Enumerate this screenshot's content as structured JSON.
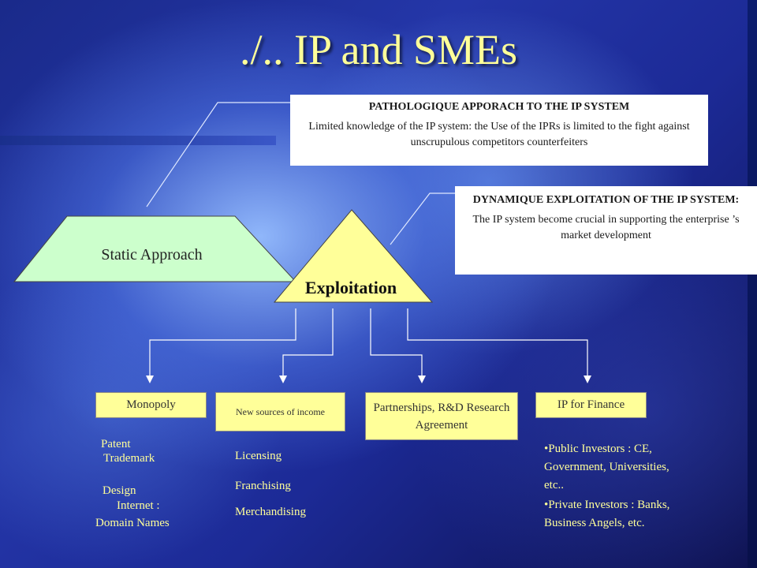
{
  "title": "./.. IP and SMEs",
  "box_pathologique": {
    "heading": "PATHOLOGIQUE APPORACH TO THE IP SYSTEM",
    "text": "Limited knowledge of the IP system: the Use of the IPRs is limited to the fight against unscrupulous competitors counterfeiters"
  },
  "box_dynamique": {
    "heading": "DYNAMIQUE EXPLOITATION OF THE IP SYSTEM:",
    "text": "The IP system become crucial in supporting the enterprise ’s market development"
  },
  "shapes": {
    "static_label": "Static Approach",
    "exploitation_label": "Exploitation"
  },
  "branches": {
    "monopoly": "Monopoly",
    "new_sources": "New sources of income",
    "partnerships": "Partnerships, R&D Research Agreement",
    "ip_finance": "IP for Finance"
  },
  "monopoly_items": [
    "Patent",
    "Trademark",
    "Design",
    "Internet :",
    "Domain Names"
  ],
  "income_items": [
    "Licensing",
    "Franchising",
    "Merchandising"
  ],
  "finance_items": [
    "Public Investors : CE, Government, Universities, etc..",
    "Private Investors : Banks, Business Angels, etc."
  ],
  "colors": {
    "title": "#ffff99",
    "shape_static": "#ccffcc",
    "shape_exploitation": "#ffff99",
    "label_box": "#ffff99",
    "connector": "#ffffff"
  }
}
